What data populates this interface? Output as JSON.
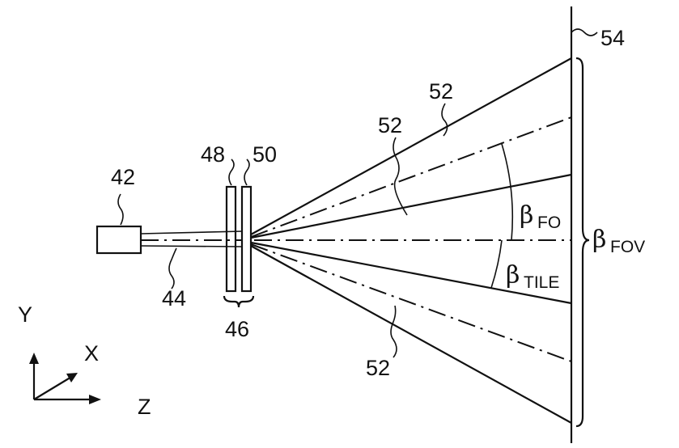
{
  "labels": {
    "source": "42",
    "beam": "44",
    "element_group": "46",
    "element_a": "48",
    "element_b": "50",
    "sub_beam_top": "52",
    "sub_beam_upper": "52",
    "sub_beam_lower": "52",
    "screen": "54"
  },
  "angles": {
    "fo": {
      "symbol": "β",
      "subscript": "FO"
    },
    "tile": {
      "symbol": "β",
      "subscript": "TILE"
    },
    "fov": {
      "symbol": "β",
      "subscript": "FOV"
    }
  },
  "axes": {
    "y": "Y",
    "x": "X",
    "z": "Z"
  }
}
